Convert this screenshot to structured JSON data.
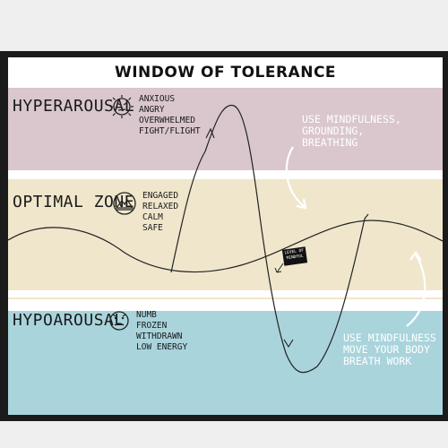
{
  "title": "WINDOW OF TOLERANCE",
  "zones": {
    "hyper": {
      "label": "HYPERAROUSAL",
      "icon": "agitated-face-icon",
      "states": [
        "ANXIOUS",
        "ANGRY",
        "OVERWHELMED",
        "FIGHT/FLIGHT"
      ]
    },
    "optimal": {
      "label": "OPTIMAL ZONE",
      "icon": "mountains-icon",
      "states": [
        "ENGAGED",
        "RELAXED",
        "CALM",
        "SAFE"
      ]
    },
    "hypo": {
      "label": "HYPOAROUSAL",
      "icon": "sad-face-icon",
      "states": [
        "NUMB",
        "FROZEN",
        "WITHDRAWN",
        "LOW ENERGY"
      ]
    }
  },
  "notes": {
    "top": [
      "USE MINDFULNESS,",
      "GROUNDING,",
      "BREATHING"
    ],
    "bottom": [
      "USE MINDFULNESS",
      "MOVE YOUR BODY",
      "BREATH WORK"
    ]
  },
  "tag": "LEVEL OF MINDFUL",
  "colors": {
    "hyper": "#d9c7cd",
    "optimal": "#efe6cc",
    "hypo": "#a9d4dc",
    "frame": "#1b1b1b"
  }
}
